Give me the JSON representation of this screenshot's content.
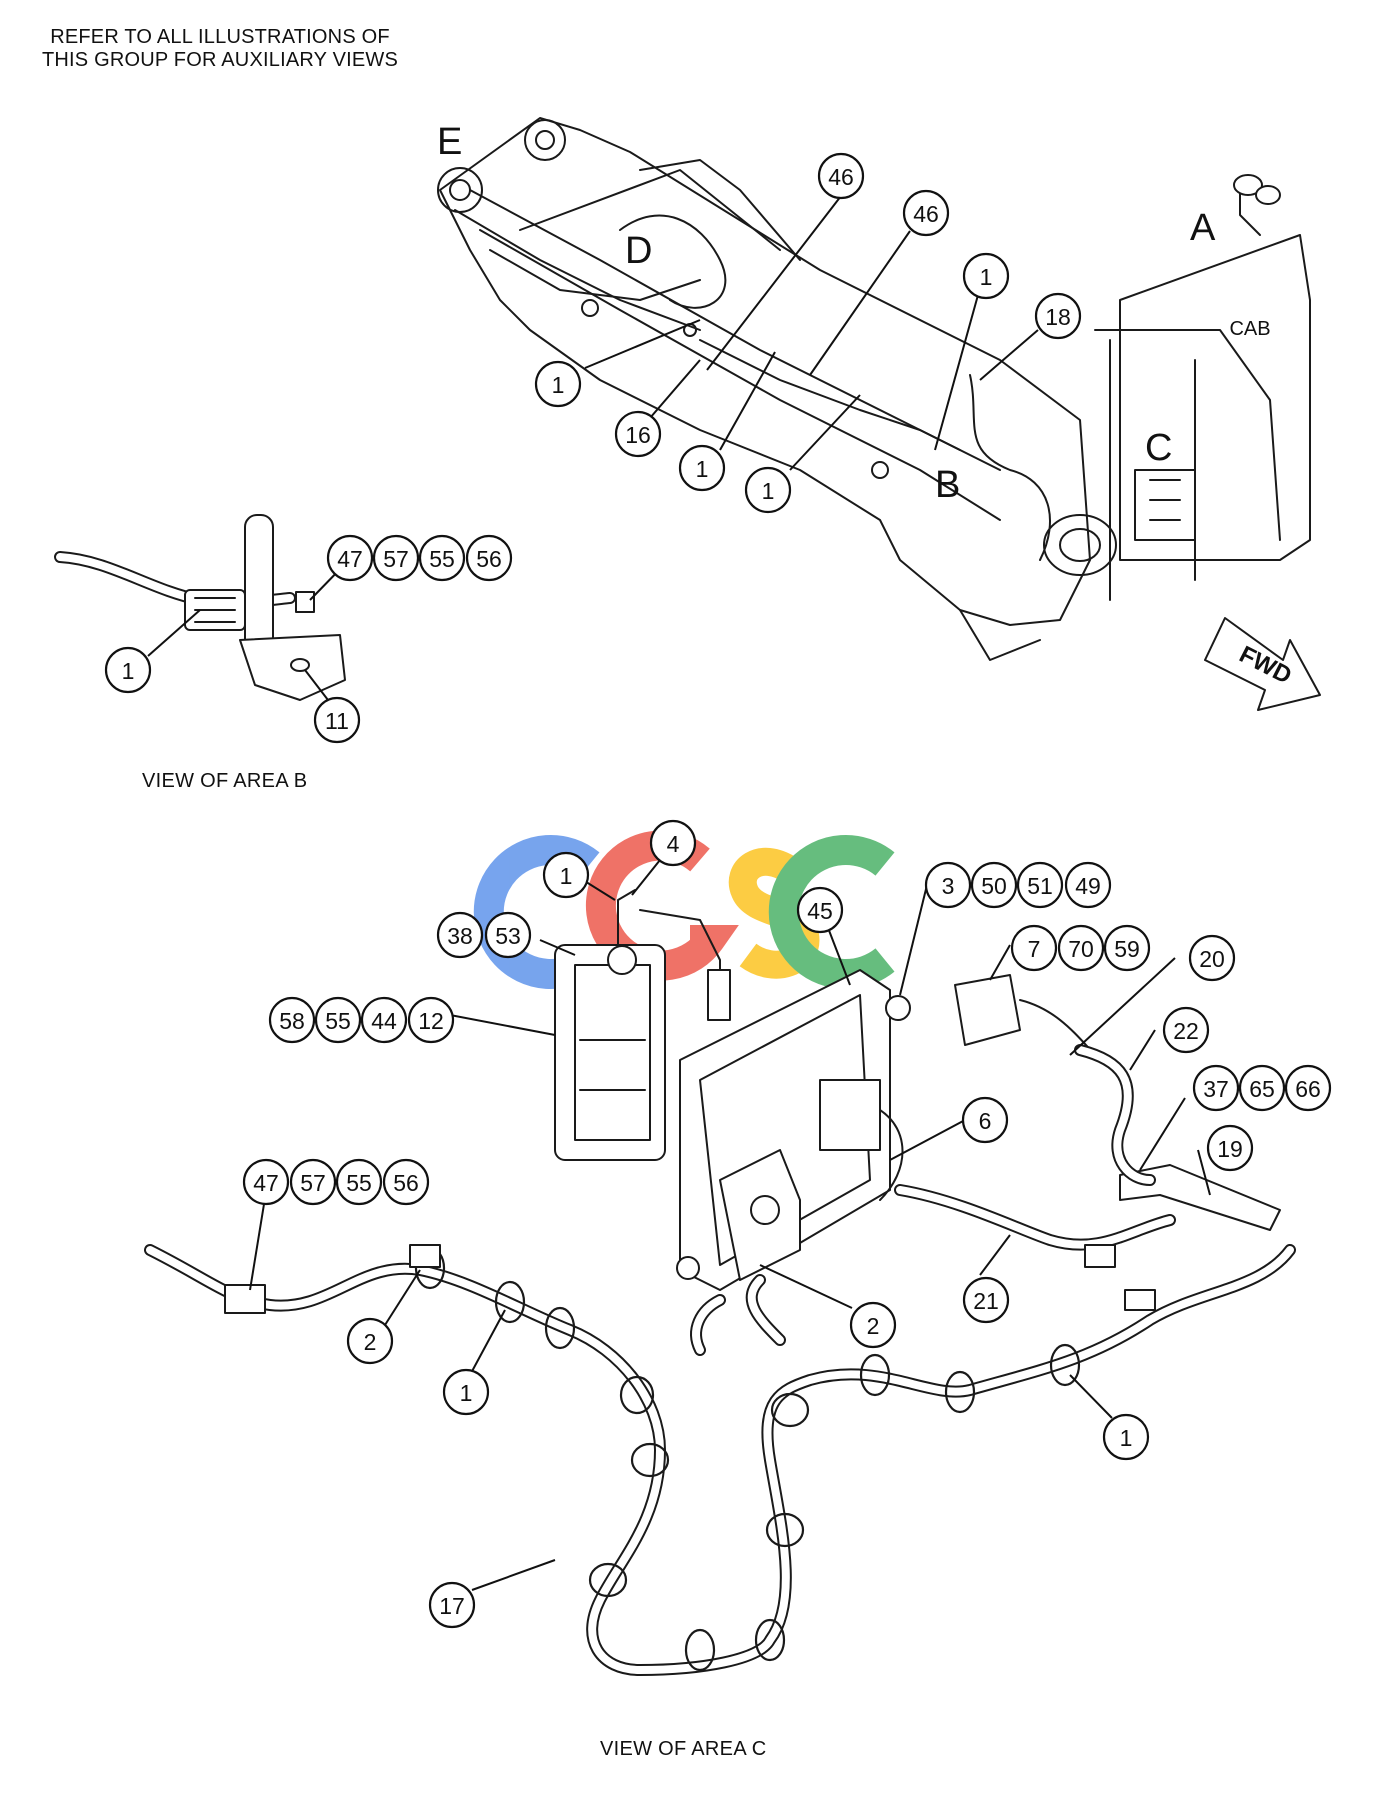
{
  "header_note": {
    "line1": "REFER TO ALL ILLUSTRATIONS OF",
    "line2": "THIS GROUP FOR AUXILIARY VIEWS"
  },
  "area_labels": {
    "a": "A",
    "b": "B",
    "c": "C",
    "d": "D",
    "e": "E"
  },
  "cab_label": "CAB",
  "fwd_label": "FWD",
  "captions": {
    "view_b": "VIEW OF AREA  B",
    "view_c": "VIEW OF AREA  C"
  },
  "watermark": {
    "text": "CGSC",
    "colors": [
      "#4a86e8",
      "#ea4335",
      "#fbbc05",
      "#34a853"
    ]
  },
  "callouts": [
    "46",
    "46",
    "1",
    "18",
    "1",
    "16",
    "1",
    "1",
    "47",
    "57",
    "55",
    "56",
    "1",
    "11",
    "4",
    "1",
    "38",
    "53",
    "45",
    "3",
    "50",
    "51",
    "49",
    "7",
    "70",
    "59",
    "20",
    "58",
    "55",
    "44",
    "12",
    "22",
    "37",
    "65",
    "66",
    "6",
    "19",
    "47",
    "57",
    "55",
    "56",
    "2",
    "1",
    "2",
    "21",
    "1",
    "17"
  ]
}
